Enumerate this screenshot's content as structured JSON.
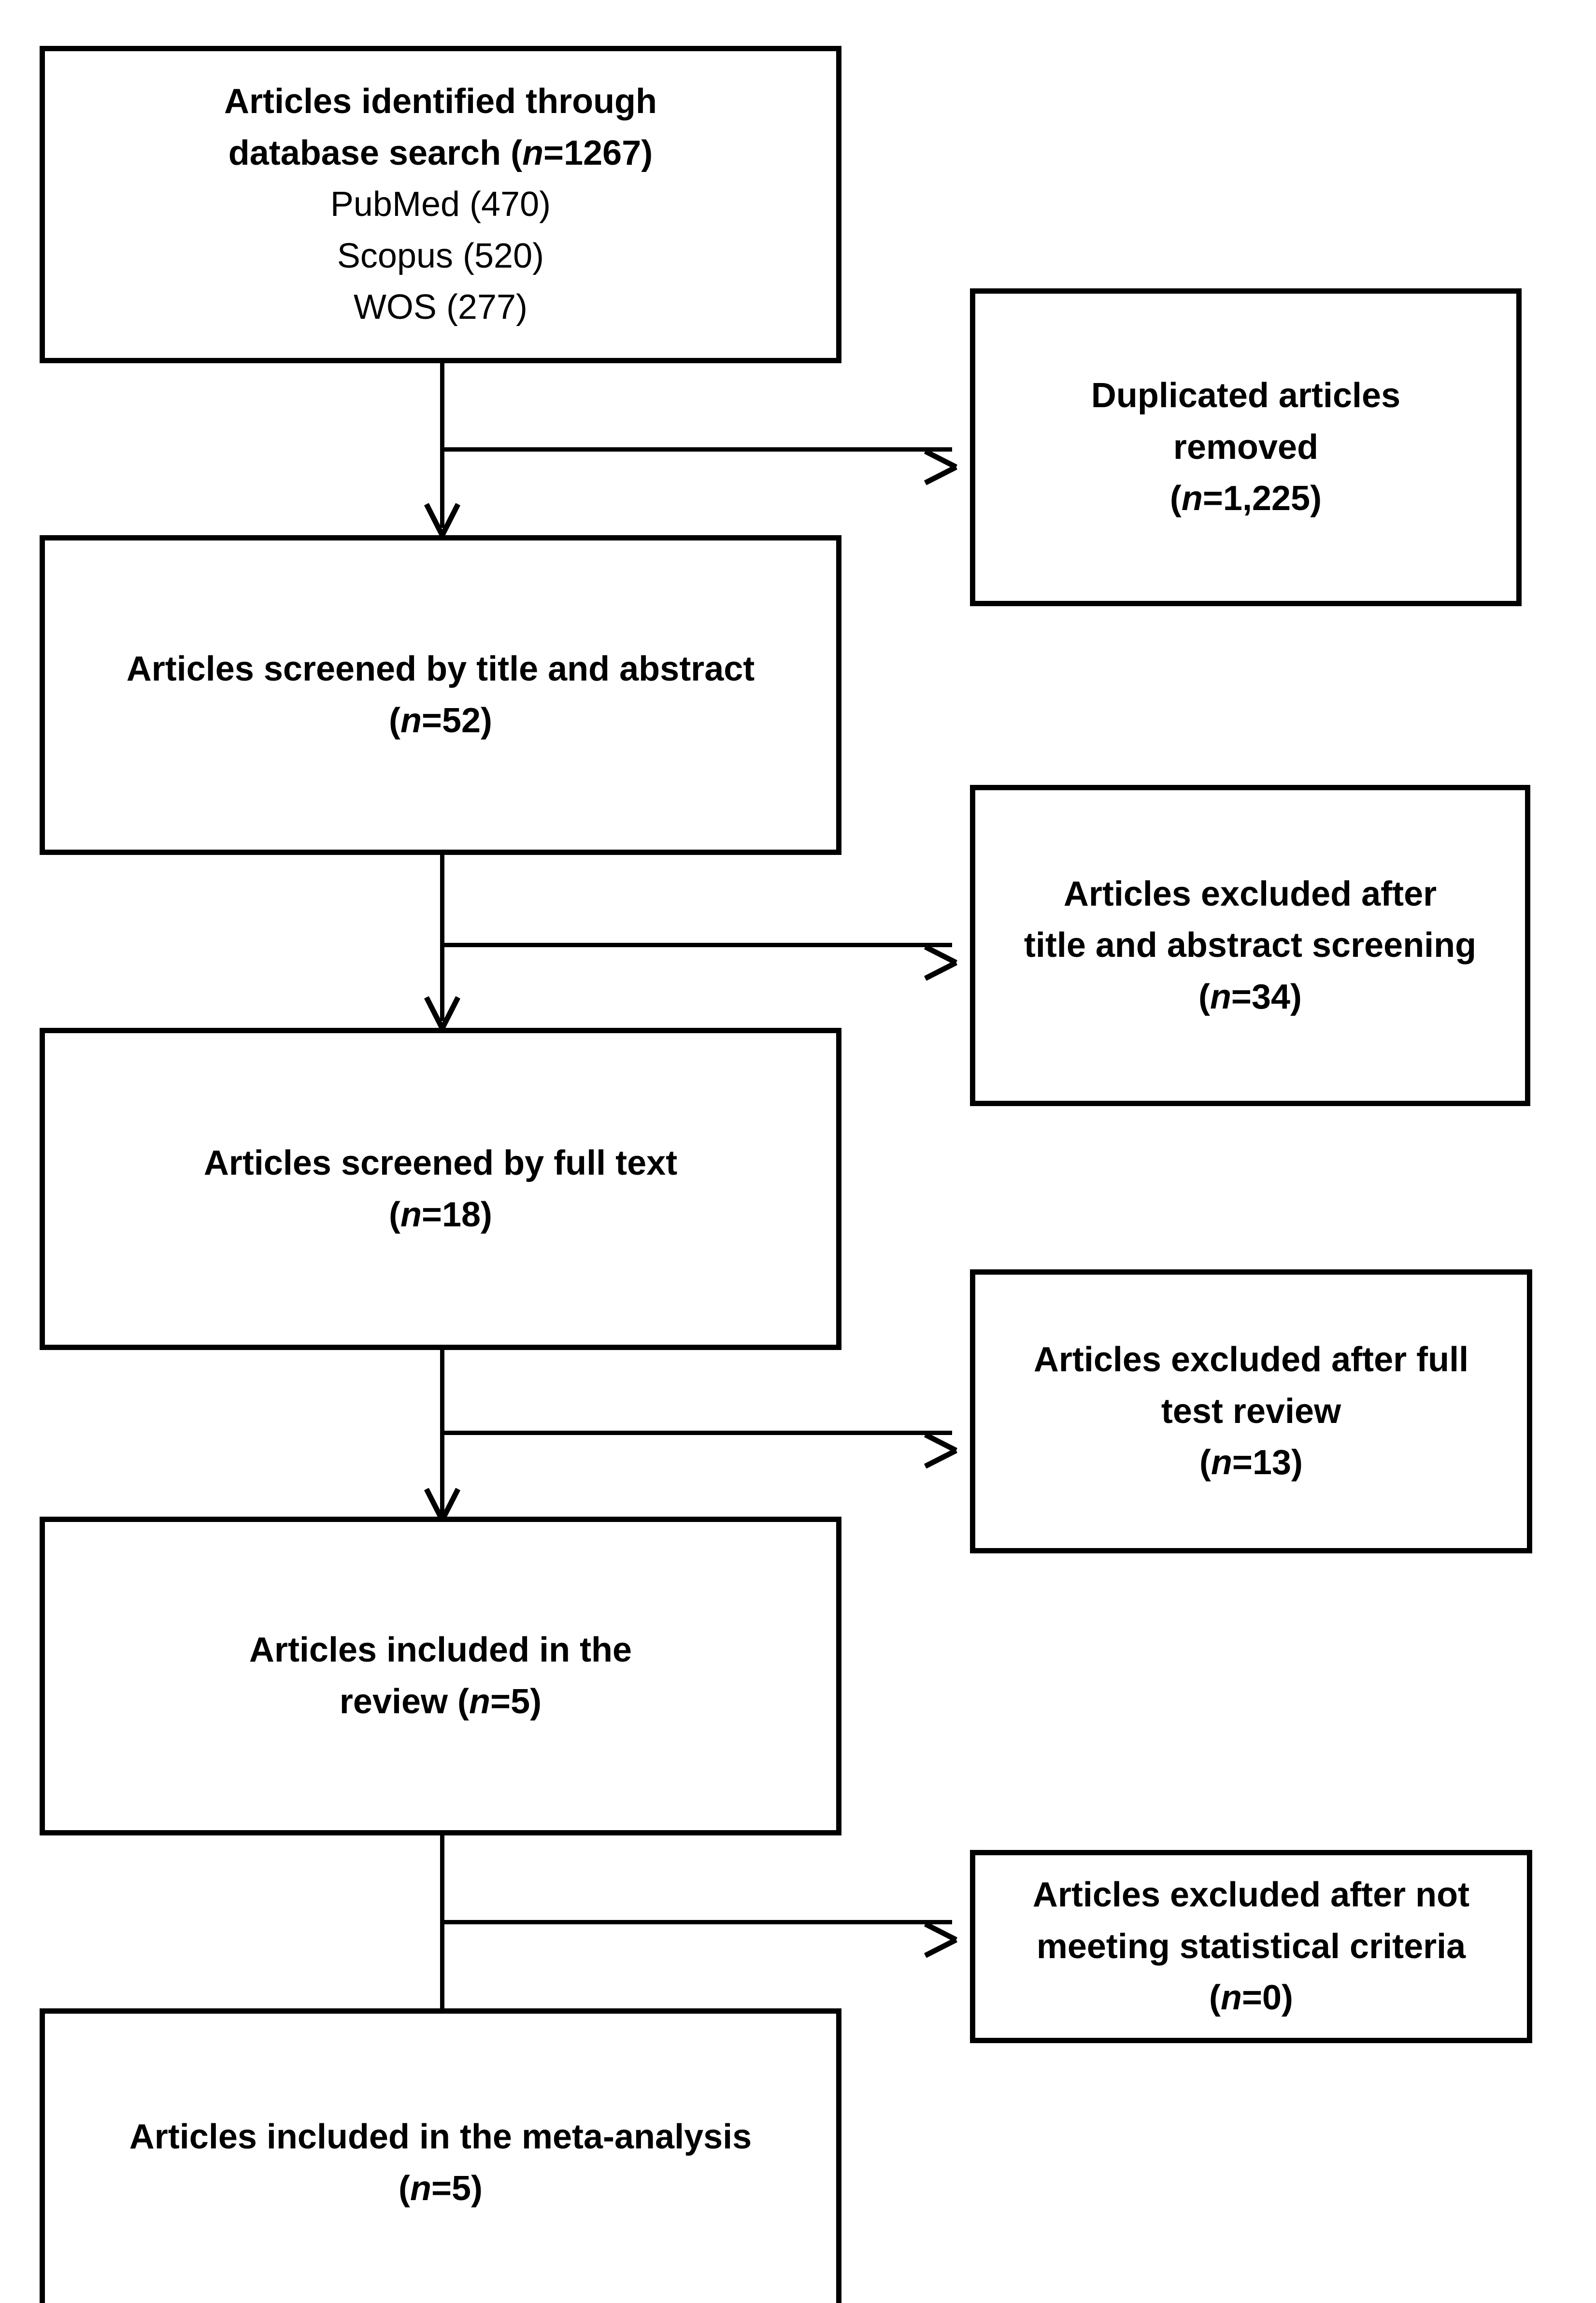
{
  "diagram": {
    "type": "prisma-flow-diagram",
    "title": "PRISMA study selection flow diagram",
    "colors": {
      "background": "#ffffff",
      "stroke": "#000000",
      "text": "#000000"
    },
    "n_label": "n"
  },
  "nodes": {
    "identified": {
      "id": "articles-identified",
      "lines": [
        {
          "text": "Articles identified through",
          "weight": "bold"
        },
        {
          "prefix": "database search (",
          "italic": "n",
          "suffix": "=1267)",
          "weight": "bold"
        },
        {
          "text": "PubMed (470)",
          "weight": "normal"
        },
        {
          "text": "Scopus (520)",
          "weight": "normal"
        },
        {
          "text": "WOS (277)",
          "weight": "normal"
        }
      ],
      "count": 1267,
      "sources": [
        {
          "name": "PubMed",
          "count": 470
        },
        {
          "name": "Scopus",
          "count": 520
        },
        {
          "name": "WOS",
          "count": 277
        }
      ]
    },
    "duplicates_removed": {
      "id": "duplicated-articles-removed",
      "lines": [
        {
          "text": "Duplicated articles",
          "weight": "bold"
        },
        {
          "text": "removed",
          "weight": "bold"
        },
        {
          "prefix": "(",
          "italic": "n",
          "suffix": "=1,225)",
          "weight": "bold"
        }
      ],
      "count": 1225,
      "count_display": "1,225"
    },
    "screened_title_abstract": {
      "id": "articles-screened-title-abstract",
      "lines": [
        {
          "text": "Articles screened by title and abstract",
          "weight": "bold"
        },
        {
          "prefix": "(",
          "italic": "n",
          "suffix": "=52)",
          "weight": "bold"
        }
      ],
      "count": 52
    },
    "excluded_title_abstract": {
      "id": "articles-excluded-title-abstract",
      "lines": [
        {
          "text": "Articles excluded after",
          "weight": "bold"
        },
        {
          "text": "title and abstract screening",
          "weight": "bold"
        },
        {
          "prefix": "(",
          "italic": "n",
          "suffix": "=34)",
          "weight": "bold"
        }
      ],
      "count": 34
    },
    "screened_full_text": {
      "id": "articles-screened-full-text",
      "lines": [
        {
          "text": "Articles screened by full text",
          "weight": "bold"
        },
        {
          "prefix": "(",
          "italic": "n",
          "suffix": "=18)",
          "weight": "bold"
        }
      ],
      "count": 18
    },
    "excluded_full_text": {
      "id": "articles-excluded-full-text",
      "lines": [
        {
          "text": "Articles excluded after full",
          "weight": "bold"
        },
        {
          "text": "test review",
          "weight": "bold"
        },
        {
          "prefix": "(",
          "italic": "n",
          "suffix": "=13)",
          "weight": "bold"
        }
      ],
      "count": 13
    },
    "included_review": {
      "id": "articles-included-review",
      "lines": [
        {
          "text": "Articles included in the",
          "weight": "bold"
        },
        {
          "prefix": "review (",
          "italic": "n",
          "suffix": "=5)",
          "weight": "bold"
        }
      ],
      "count": 5
    },
    "excluded_statistical": {
      "id": "articles-excluded-statistical-criteria",
      "lines": [
        {
          "text": "Articles excluded after not",
          "weight": "bold"
        },
        {
          "text": "meeting statistical criteria",
          "weight": "bold"
        },
        {
          "prefix": "(",
          "italic": "n",
          "suffix": "=0)",
          "weight": "bold"
        }
      ],
      "count": 0
    },
    "included_meta": {
      "id": "articles-included-meta-analysis",
      "lines": [
        {
          "text": "Articles included in the meta-analysis",
          "weight": "bold"
        },
        {
          "prefix": "(",
          "italic": "n",
          "suffix": "=5)",
          "weight": "bold"
        }
      ],
      "count": 5
    }
  },
  "connectors": [
    {
      "from": "identified",
      "to": "screened_title_abstract",
      "head": "arrow-down"
    },
    {
      "from": "identified",
      "to": "duplicates_removed",
      "head": "arrow-right"
    },
    {
      "from": "screened_title_abstract",
      "to": "screened_full_text",
      "head": "arrow-down"
    },
    {
      "from": "screened_title_abstract",
      "to": "excluded_title_abstract",
      "head": "arrow-right"
    },
    {
      "from": "screened_full_text",
      "to": "included_review",
      "head": "arrow-down"
    },
    {
      "from": "screened_full_text",
      "to": "excluded_full_text",
      "head": "arrow-right"
    },
    {
      "from": "included_review",
      "to": "included_meta",
      "head": "none"
    },
    {
      "from": "included_review",
      "to": "excluded_statistical",
      "head": "arrow-right"
    }
  ]
}
